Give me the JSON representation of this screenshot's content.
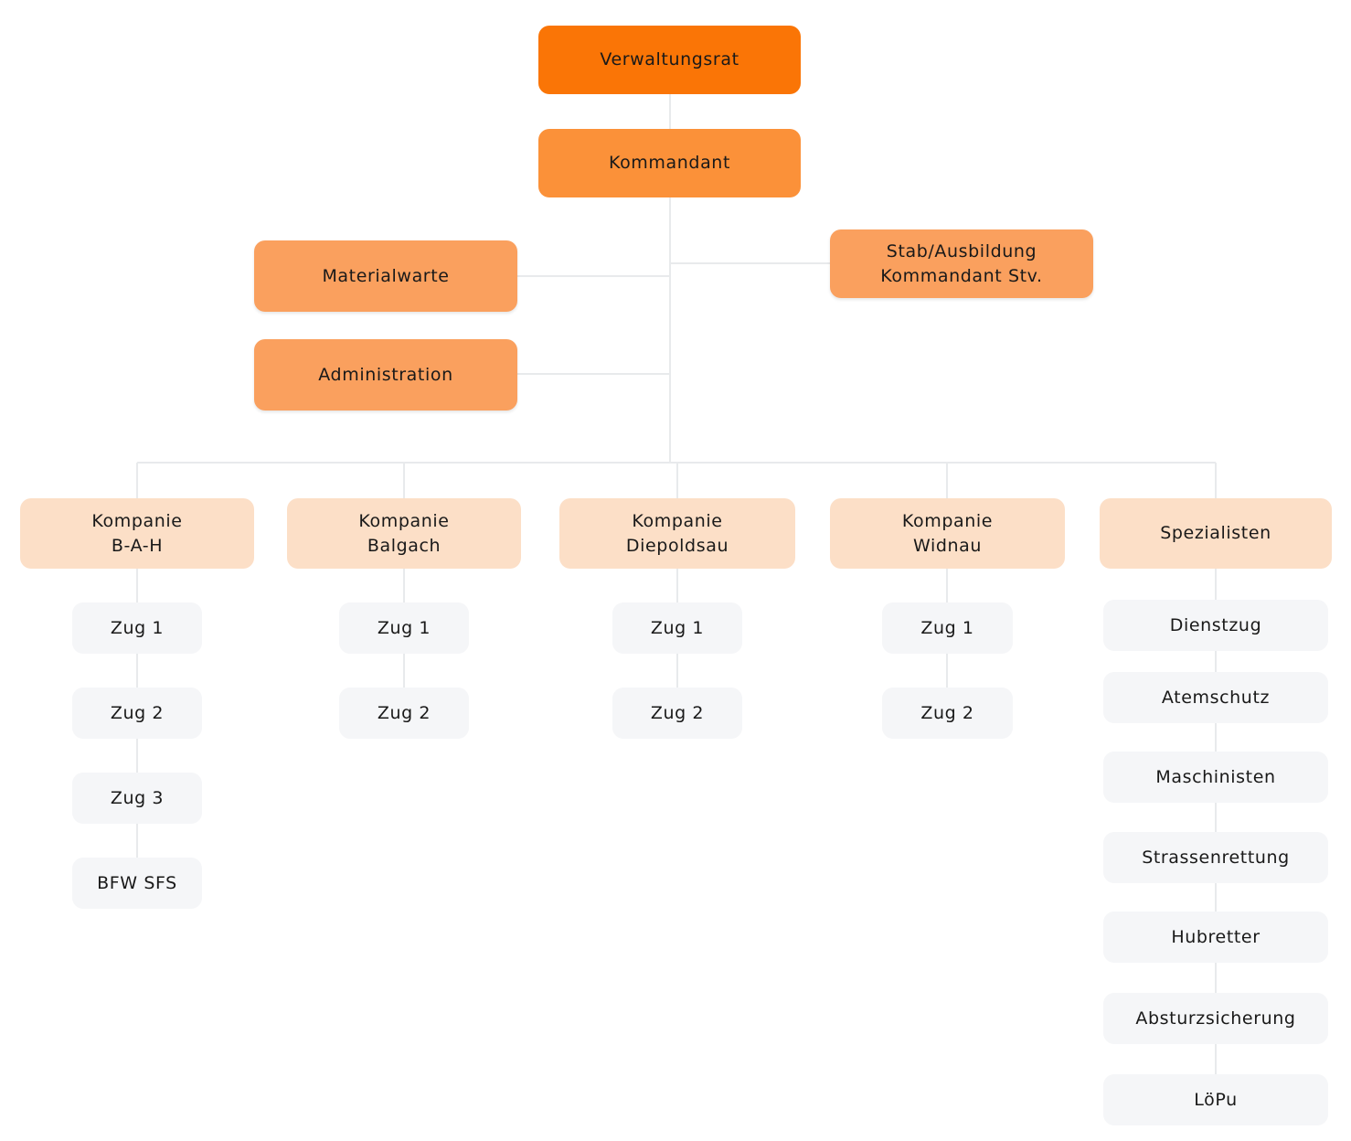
{
  "org_chart": {
    "root": {
      "label": "Verwaltungsrat"
    },
    "kommandant": {
      "label": "Kommandant"
    },
    "staff": {
      "materialwarte": {
        "label": "Materialwarte"
      },
      "administration": {
        "label": "Administration"
      },
      "stab": {
        "label": "Stab/Ausbildung\nKommandant Stv."
      }
    },
    "companies": [
      {
        "name": "bah",
        "label": "Kompanie\nB-A-H",
        "units": [
          "Zug 1",
          "Zug 2",
          "Zug 3",
          "BFW SFS"
        ]
      },
      {
        "name": "balgach",
        "label": "Kompanie\nBalgach",
        "units": [
          "Zug 1",
          "Zug 2"
        ]
      },
      {
        "name": "diepoldsau",
        "label": "Kompanie\nDiepoldsau",
        "units": [
          "Zug 1",
          "Zug 2"
        ]
      },
      {
        "name": "widnau",
        "label": "Kompanie\nWidnau",
        "units": [
          "Zug 1",
          "Zug 2"
        ]
      },
      {
        "name": "spezialisten",
        "label": "Spezialisten",
        "units": [
          "Dienstzug",
          "Atemschutz",
          "Maschinisten",
          "Strassenrettung",
          "Hubretter",
          "Absturzsicherung",
          "LöPu"
        ]
      }
    ],
    "colors": {
      "root_box": "#fa7506",
      "kommandant_box": "#fb9139",
      "staff_box": "#faa05e",
      "company_box": "#fcdfc7",
      "unit_box": "#f5f6f8",
      "connector_line": "#e8eaec",
      "text": "#191919"
    }
  }
}
